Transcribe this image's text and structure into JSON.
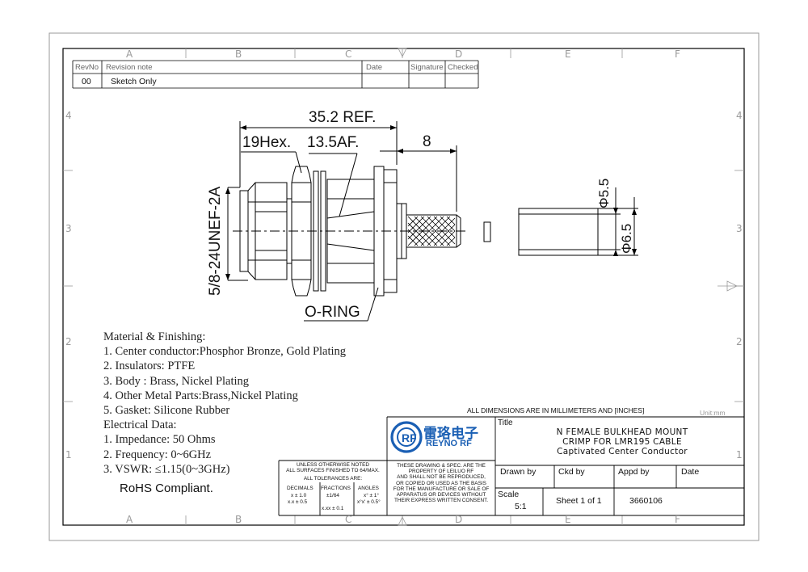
{
  "grid": {
    "columns": [
      "A",
      "B",
      "C",
      "D",
      "E",
      "F"
    ],
    "rows": [
      "4",
      "3",
      "2",
      "1"
    ]
  },
  "revision_table": {
    "headers": [
      "RevNo",
      "Revision note",
      "Date",
      "Signature",
      "Checked"
    ],
    "rows": [
      {
        "rev": "00",
        "note": "Sketch Only",
        "date": "",
        "signature": "",
        "checked": ""
      }
    ]
  },
  "dimensions": {
    "overall": "35.2 REF.",
    "hex": "19Hex.",
    "af": "13.5AF.",
    "pin_length": "8",
    "thread": "5/8-24UNEF-2A",
    "oring": "O-RING",
    "ferrule_inner": "Φ5.5",
    "ferrule_outer": "Φ6.5"
  },
  "notes": {
    "material_title": "Material & Finishing:",
    "materials": [
      "1. Center conductor:Phosphor Bronze, Gold Plating",
      "2. Insulators: PTFE",
      "3. Body : Brass, Nickel Plating",
      "4. Other Metal Parts:Brass,Nickel Plating",
      "5. Gasket: Silicone Rubber"
    ],
    "electrical_title": "Electrical Data:",
    "electrical": [
      "1. Impedance: 50 Ohms",
      "2. Frequency: 0~6GHz",
      "3. VSWR:    ≤1.15(0~3GHz)"
    ],
    "rohs": "RoHS Compliant."
  },
  "title_block": {
    "dims_note": "ALL DIMENSIONS ARE IN MILLIMETERS AND [INCHES]",
    "unit": "Unit:mm",
    "tolerances": {
      "line1": "UNLESS OTHERWISE NOTED",
      "line2": "ALL SURFACES FINISHED TO 64/MAX.",
      "line3": "ALL TOLERANCES ARE:",
      "col_headers": [
        "DECIMALS",
        "FRACTIONS",
        "ANGLES"
      ],
      "decimals": [
        "x ± 1.0",
        "x.x ± 0.5",
        "x.xx ± 0.1"
      ],
      "fraction": "±1/64",
      "angles": [
        "x° ± 1°",
        "x°x' ± 0.5°"
      ]
    },
    "proprietary": [
      "THESE DRAWING & SPEC. ARE THE",
      "PROPERTY OF LEILUO RF",
      "AND SHALL NOT BE REPRODUCED,",
      "OR COPIED OR USED AS THE BASIS",
      "FOR THE MANUFACTURE OR SALE OF",
      "APPARATUS OR DEVICES WITHOUT",
      "THEIR EXPRESS WRITTEN CONSENT."
    ],
    "logo_cn": "雷珞电子",
    "logo_en": "REYNO RF",
    "title_label": "Title",
    "title_lines": [
      "N FEMALE BULKHEAD MOUNT",
      "CRIMP FOR LMR195 CABLE",
      "Captivated Center Conductor"
    ],
    "drawn_by": "Drawn by",
    "ckd_by": "Ckd by",
    "appd_by": "Appd by",
    "date": "Date",
    "scale_label": "Scale",
    "scale_value": "5:1",
    "sheet": "Sheet 1 of 1",
    "part_no": "3660106"
  },
  "colors": {
    "line": "#000000",
    "grid_text": "#9a9a9a",
    "logo_blue": "#1a5fb4"
  }
}
